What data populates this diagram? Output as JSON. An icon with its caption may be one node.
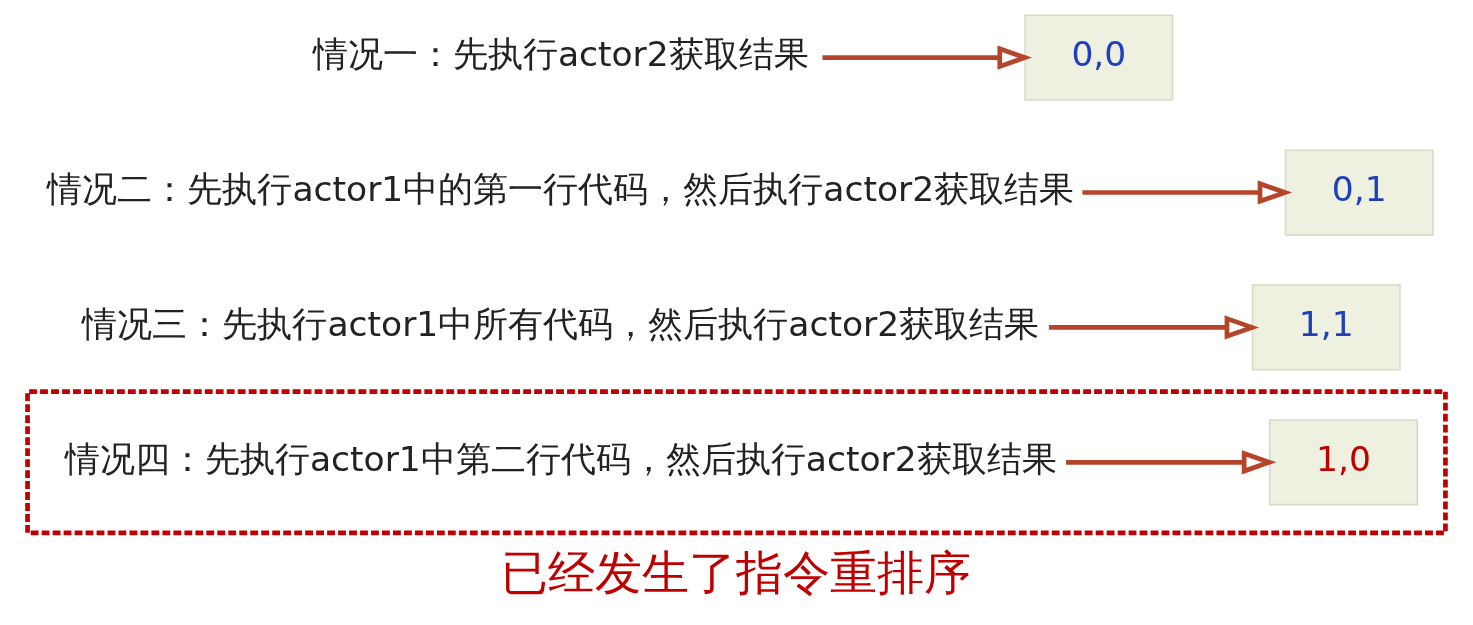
{
  "diagram": {
    "caption": "已经发生了指令重排序",
    "nodes": [
      {
        "text": [
          "情况一：先执行actor2获取结果"
        ]
      },
      {
        "text": [
          "0,0"
        ]
      },
      {
        "text": [
          "情况二：先执行actor1中的第一行代码，然后执行actor2获取结果"
        ]
      },
      {
        "text": [
          "0,1"
        ]
      },
      {
        "text": [
          "情况三：先执行actor1中所有代码，然后执行actor2获取结果"
        ]
      },
      {
        "text": [
          "1,1"
        ]
      },
      {
        "text": [],
        "shape": "box"
      },
      {
        "text": [
          "情况四：先执行actor1中第二行代码，然后执行actor2获取结果"
        ],
        "in": 6
      },
      {
        "text": [
          "1,0"
        ],
        "in": 6
      }
    ],
    "edges": [
      {
        "from": 0,
        "to": 1,
        "arrow": "to"
      },
      {
        "from": 2,
        "to": 3,
        "arrow": "to"
      },
      {
        "from": 4,
        "to": 5,
        "arrow": "to"
      },
      {
        "from": 7,
        "to": 8,
        "arrow": "to"
      }
    ]
  }
}
